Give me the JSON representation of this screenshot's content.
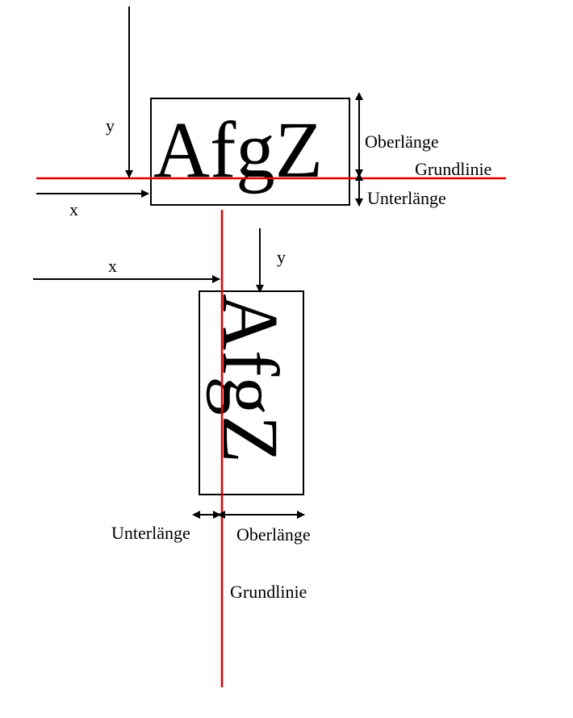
{
  "colors": {
    "baseline": "#e00000",
    "ink": "#000000",
    "background": "#ffffff"
  },
  "horizontal": {
    "sample_text": "AfgZ",
    "label_y": "y",
    "label_x": "x",
    "label_ascender": "Oberlänge",
    "label_baseline": "Grundlinie",
    "label_descender": "Unterlänge"
  },
  "vertical": {
    "sample_text": "AfgZ",
    "label_x": "x",
    "label_y": "y",
    "label_descender": "Unterlänge",
    "label_ascender": "Oberlänge",
    "label_baseline": "Grundlinie"
  }
}
